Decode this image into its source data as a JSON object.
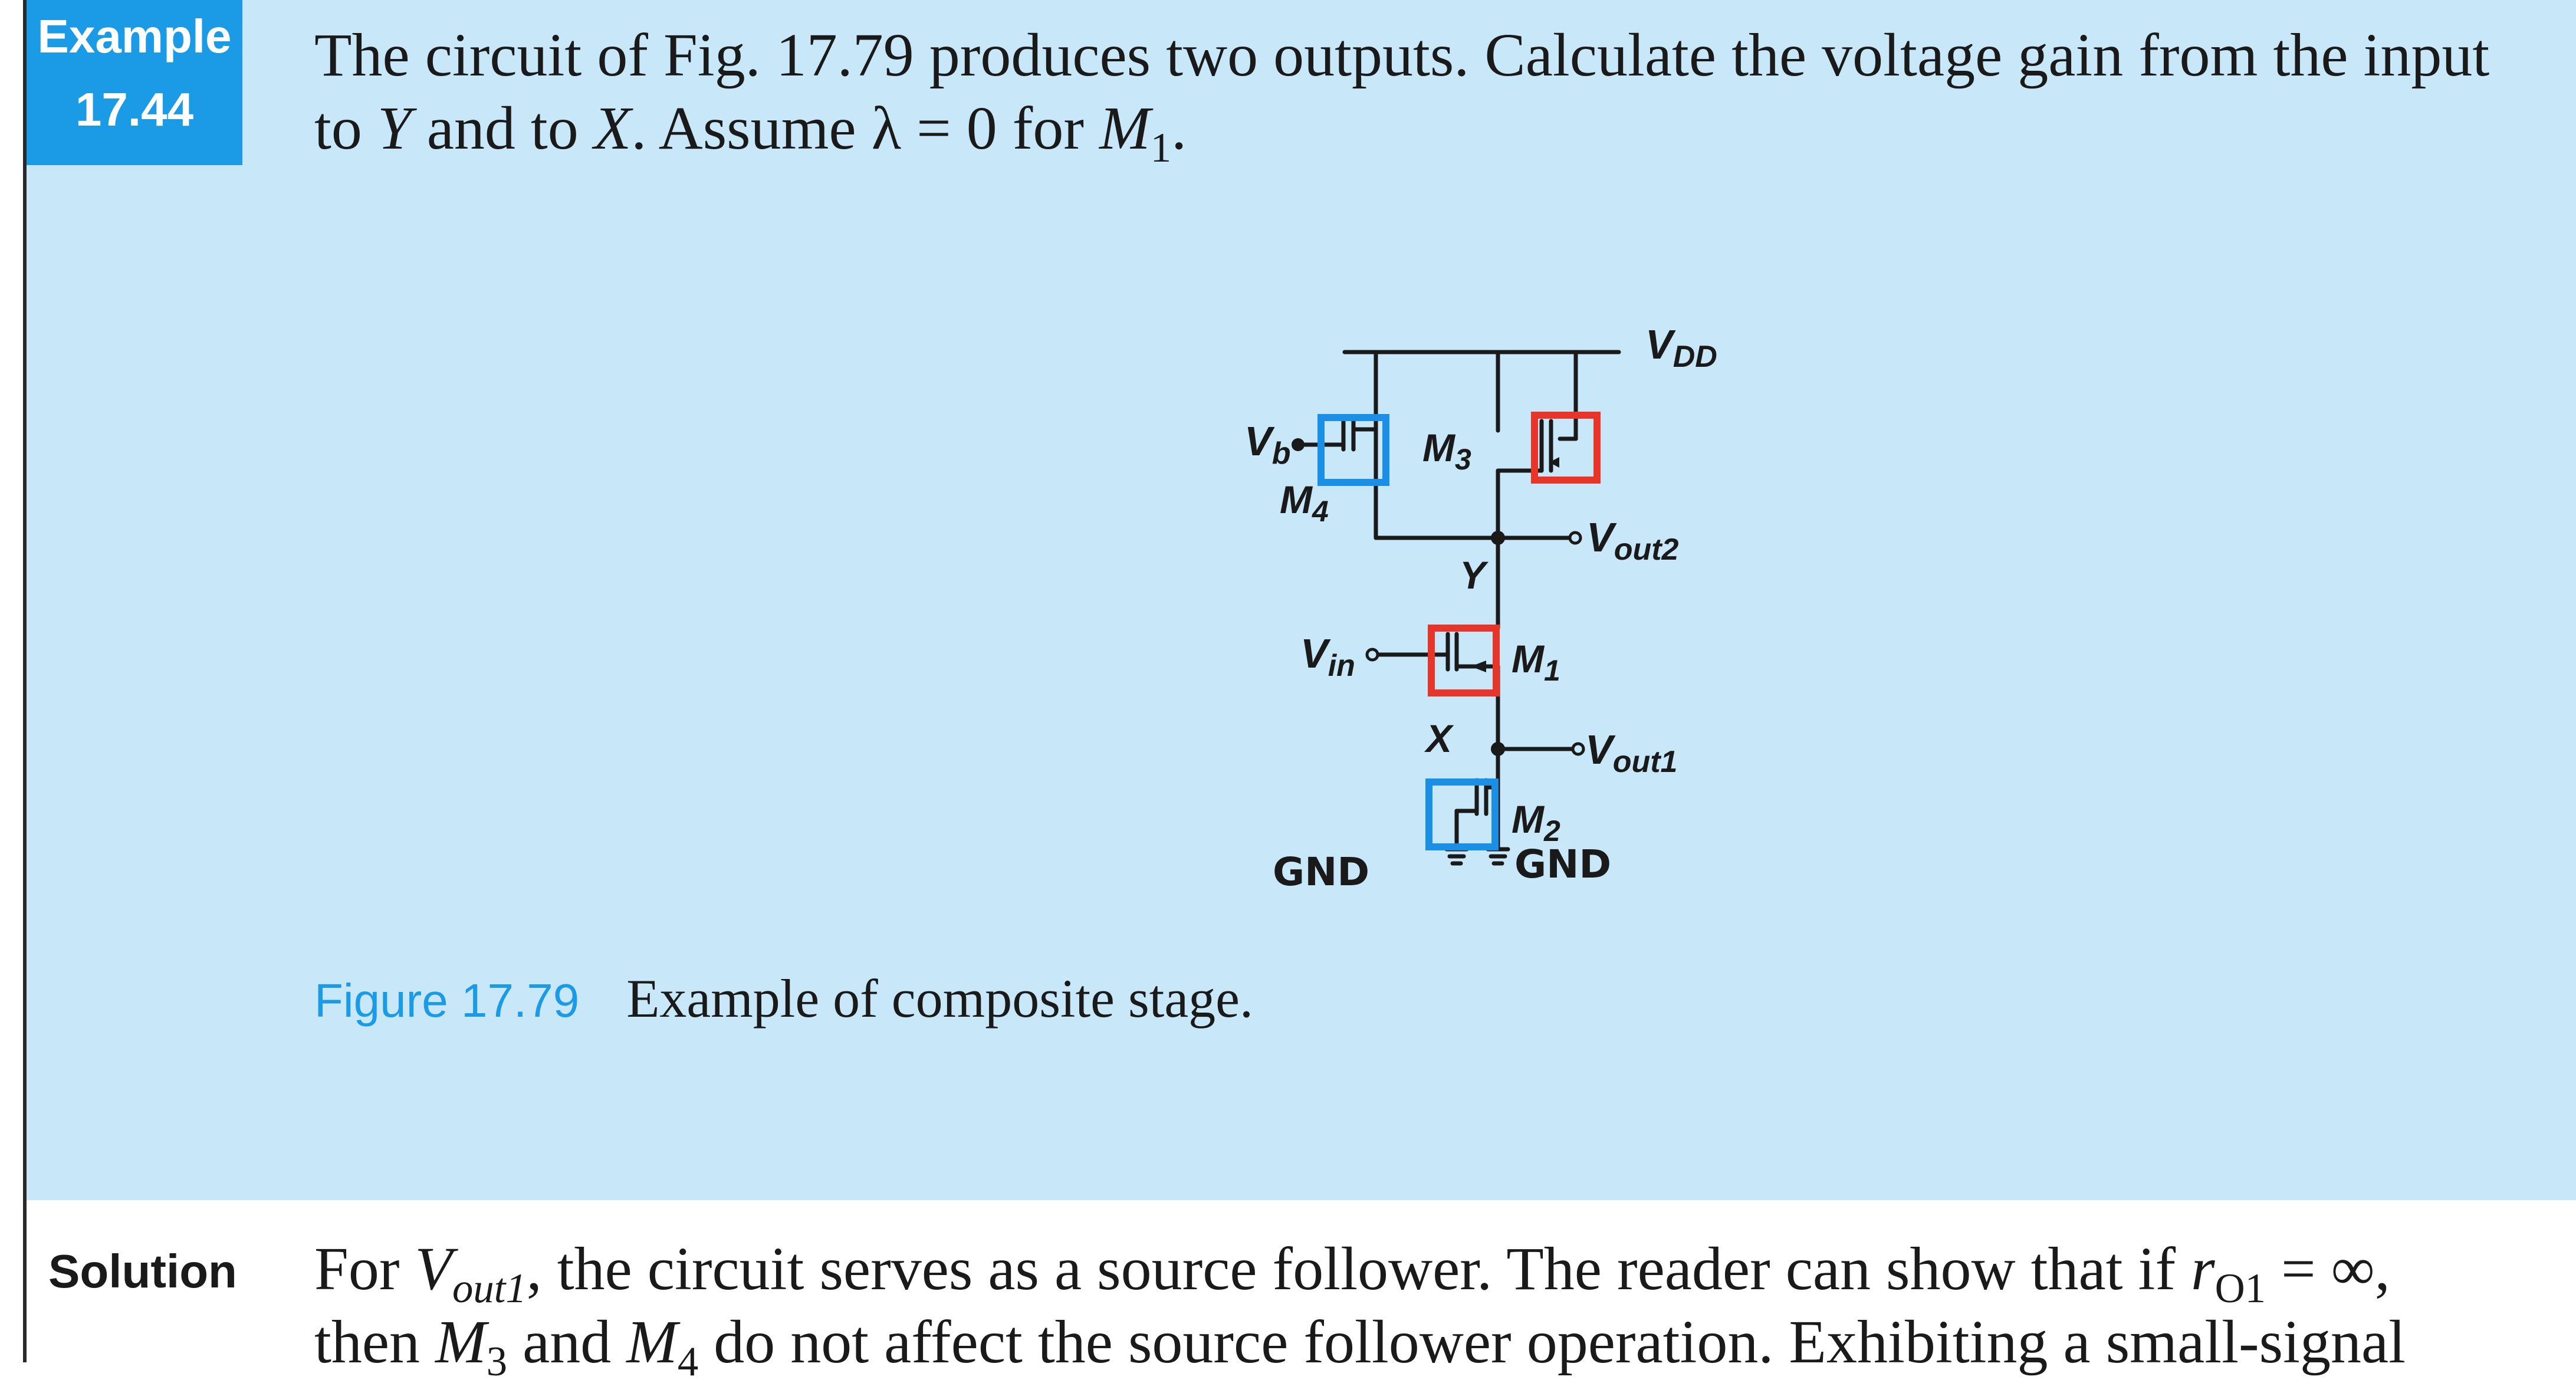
{
  "badge": {
    "line1": "Example",
    "line2": "17.44"
  },
  "problem": {
    "line1": "The circuit of Fig. 17.79 produces two outputs. Calculate the voltage gain from the input",
    "line2_a": "to ",
    "line2_Y": "Y",
    "line2_b": " and to ",
    "line2_X": "X",
    "line2_c": ". Assume λ = 0 for ",
    "line2_M": "M",
    "line2_sub": "1",
    "line2_d": "."
  },
  "circuit": {
    "vdd": "V",
    "vdd_sub": "DD",
    "vb": "V",
    "vb_sub": "b",
    "m4": "M",
    "m4_sub": "4",
    "m3": "M",
    "m3_sub": "3",
    "vout2": "V",
    "vout2_sub": "out2",
    "y_node": "Y",
    "vin": "V",
    "vin_sub": "in",
    "m1": "M",
    "m1_sub": "1",
    "x_node": "X",
    "vout1": "V",
    "vout1_sub": "out1",
    "m2": "M",
    "m2_sub": "2",
    "gnd_left": "GND",
    "gnd_right": "GND",
    "colors": {
      "highlight_red": "#e8352a",
      "highlight_blue": "#1b8fe6",
      "wire": "#1a1a1a"
    }
  },
  "caption": {
    "label": "Figure 17.79",
    "text": "Example of composite stage."
  },
  "solution": {
    "label": "Solution",
    "line1_a": "For ",
    "line1_V": "V",
    "line1_sub": "out1",
    "line1_b": ", the circuit serves as a source follower. The reader can show that if ",
    "line1_r": "r",
    "line1_rsub": "O1",
    "line1_c": " = ∞,",
    "line2_a": "then ",
    "line2_M3": "M",
    "line2_M3sub": "3",
    "line2_b": " and ",
    "line2_M4": "M",
    "line2_M4sub": "4",
    "line2_c": " do not affect the source follower operation. Exhibiting a small-signal"
  }
}
